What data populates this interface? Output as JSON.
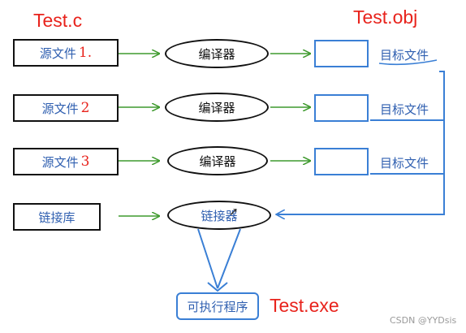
{
  "labels": {
    "source_file_top": "Test.c",
    "object_file_top": "Test.obj",
    "executable": "Test.exe"
  },
  "rows": [
    {
      "source": "源文件",
      "number": "1.",
      "compiler": "编译器",
      "output": "目标文件"
    },
    {
      "source": "源文件",
      "number": "2",
      "compiler": "编译器",
      "output": "目标文件"
    },
    {
      "source": "源文件",
      "number": "3",
      "compiler": "编译器",
      "output": "目标文件"
    }
  ],
  "linker_row": {
    "library": "链接库",
    "linker": "链接器"
  },
  "result": {
    "label": "可执行程序"
  },
  "watermark": "CSDN @YYDsis",
  "colors": {
    "annotation_red": "#e8231c",
    "arrow_green": "#3f9a2e",
    "arrow_blue": "#3a7fd5",
    "text_blue": "#2f5fb0",
    "outline_black": "#111111"
  }
}
